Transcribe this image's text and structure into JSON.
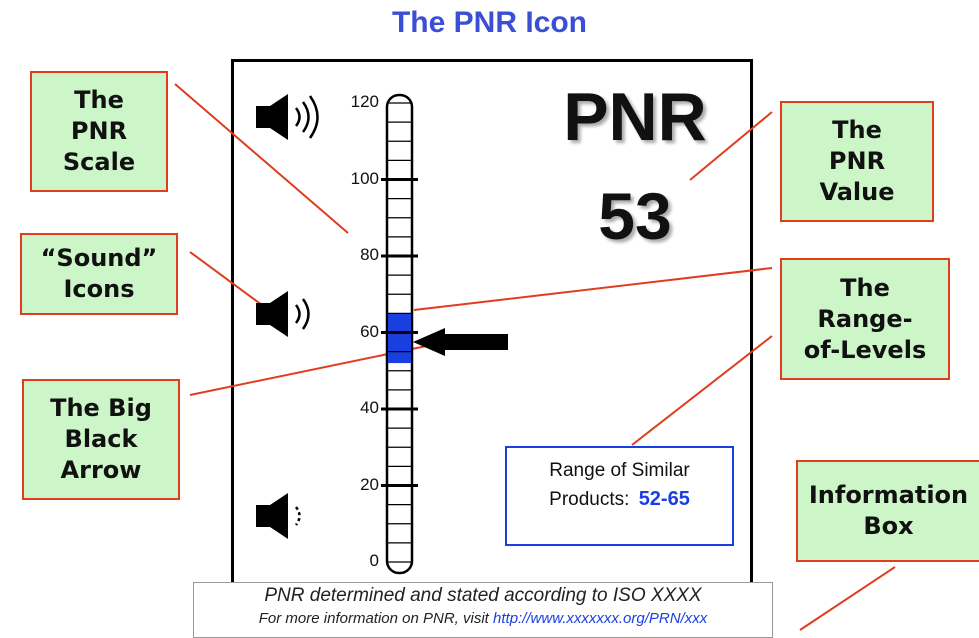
{
  "title": "The PNR Icon",
  "callouts": {
    "scale": "The\nPNR\nScale",
    "sound_icons": "“Sound”\nIcons",
    "arrow": "The Big\nBlack\nArrow",
    "value": "The\nPNR\nValue",
    "range": "The\nRange-\nof-Levels",
    "info_box": "Information\nBox"
  },
  "icon": {
    "pnr_word": "PNR",
    "pnr_value": "53",
    "scale_labels": [
      "120",
      "100",
      "80",
      "60",
      "40",
      "20",
      "0"
    ],
    "scale_min": 0,
    "scale_max": 120,
    "range_low": 52,
    "range_high": 65,
    "arrow_value": 53,
    "info_line1": "Range of Similar",
    "info_line2_prefix": "Products:",
    "info_range": "52-65"
  },
  "footer": {
    "line1": "PNR determined and stated according to ISO XXXX",
    "line2_prefix": "For more information on PNR, visit",
    "link": "http://www.xxxxxxx.org/PRN/xxx"
  },
  "colors": {
    "title": "#3b4fd6",
    "callout_fill": "#ccf5c8",
    "callout_border": "#e03c1e",
    "range_fill": "#1a3fe0",
    "link": "#1a3fe0"
  }
}
